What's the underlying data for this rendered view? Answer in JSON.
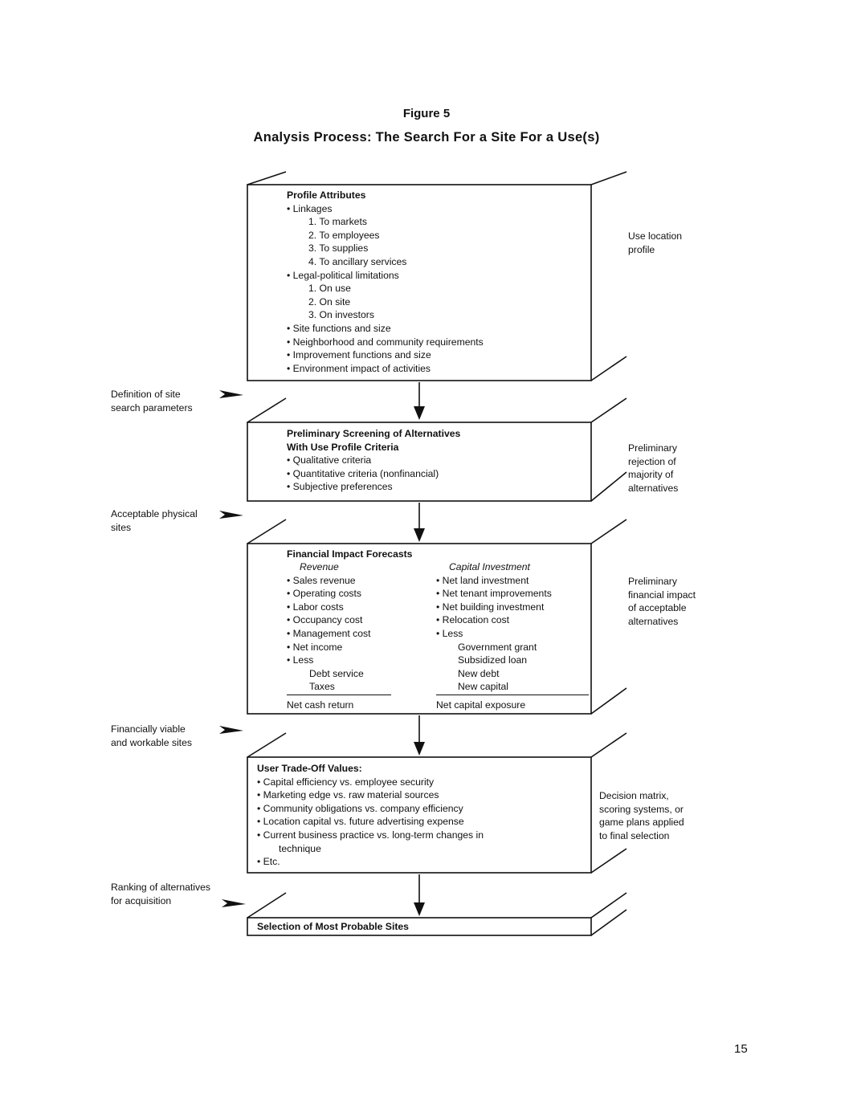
{
  "figure_label": "Figure 5",
  "figure_title": "Analysis Process: The Search For a Site For a Use(s)",
  "box1": {
    "heading": "Profile Attributes",
    "linkages": "Linkages",
    "linkage_items": [
      "1. To markets",
      "2. To employees",
      "3. To supplies",
      "4. To ancillary services"
    ],
    "legal": "Legal-political limitations",
    "legal_items": [
      "1. On use",
      "2. On site",
      "3. On investors"
    ],
    "bullets": [
      "Site functions and size",
      "Neighborhood and community requirements",
      "Improvement functions and size",
      "Environment impact of activities"
    ],
    "right_label": [
      "Use location",
      "profile"
    ]
  },
  "left1": [
    "Definition of site",
    "search parameters"
  ],
  "box2": {
    "heading": [
      "Preliminary Screening of Alternatives",
      "With Use Profile Criteria"
    ],
    "bullets": [
      "Qualitative criteria",
      "Quantitative criteria (nonfinancial)",
      "Subjective preferences"
    ],
    "right_label": [
      "Preliminary",
      "rejection of",
      "majority of",
      "alternatives"
    ]
  },
  "left2": [
    "Acceptable physical",
    "sites"
  ],
  "box3": {
    "heading": "Financial Impact Forecasts",
    "revenue_title": "Revenue",
    "revenue_items": [
      "Sales revenue",
      "Operating costs",
      "Labor costs",
      "Occupancy cost",
      "Management cost",
      "Net income",
      "Less"
    ],
    "revenue_less": [
      "Debt service",
      "Taxes"
    ],
    "revenue_total": "Net cash return",
    "capital_title": "Capital Investment",
    "capital_items": [
      "Net land investment",
      "Net tenant improvements",
      "Net building investment",
      "Relocation cost",
      "Less"
    ],
    "capital_less": [
      "Government grant",
      "Subsidized loan",
      "New debt",
      "New capital"
    ],
    "capital_total": "Net capital exposure",
    "right_label": [
      "Preliminary",
      "financial impact",
      "of acceptable",
      "alternatives"
    ]
  },
  "left3": [
    "Financially viable",
    "and workable sites"
  ],
  "box4": {
    "heading": "User Trade-Off Values:",
    "bullets": [
      "Capital efficiency vs. employee security",
      "Marketing edge vs. raw material sources",
      "Community obligations vs. company efficiency",
      "Location capital vs. future advertising expense",
      "Current business practice vs. long-term changes in"
    ],
    "continuation": "technique",
    "last": "Etc.",
    "right_label": [
      "Decision matrix,",
      "scoring systems, or",
      "game plans applied",
      "to final selection"
    ]
  },
  "left4": [
    "Ranking of alternatives",
    "for acquisition"
  ],
  "box5": {
    "heading": "Selection of Most Probable Sites"
  },
  "page_number": "15",
  "colors": {
    "ink": "#111111",
    "paper": "#ffffff"
  }
}
